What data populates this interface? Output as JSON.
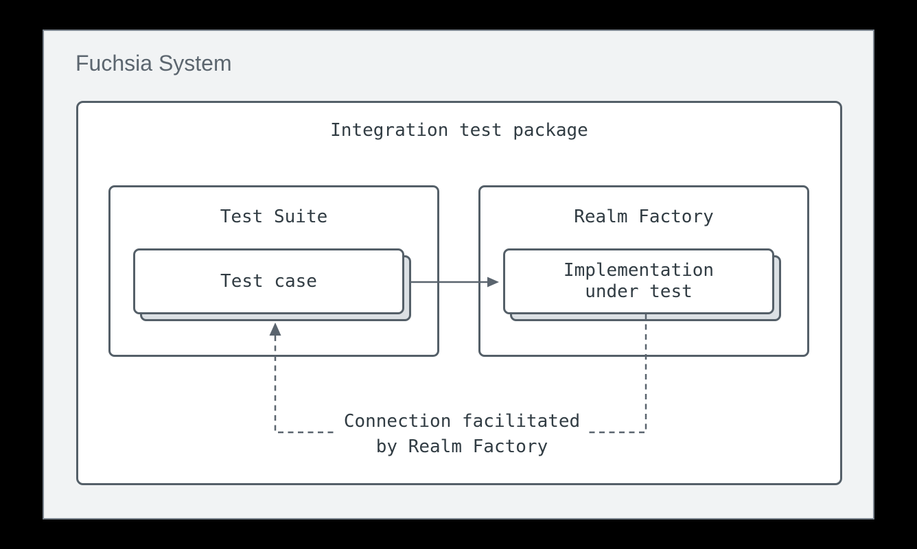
{
  "colors": {
    "canvas_background": "#000000",
    "panel_background": "#f1f3f4",
    "panel_border": "#79828c",
    "box_border": "#545f68",
    "box_background": "#ffffff",
    "stacked_card_background": "#dbe0e4",
    "connector": "#5a646e",
    "mono_text": "#313c43",
    "title_text": "#5c666f"
  },
  "panel": {
    "title": "Fuchsia System"
  },
  "diagram": {
    "package": {
      "title": "Integration test package"
    },
    "test_suite": {
      "title": "Test Suite",
      "card": {
        "label": "Test case",
        "stacked": true
      }
    },
    "realm_factory": {
      "title": "Realm Factory",
      "card": {
        "label_line1": "Implementation",
        "label_line2": "under test",
        "stacked": true
      }
    },
    "connection_note": {
      "line1": "Connection facilitated",
      "line2": "by Realm Factory"
    }
  }
}
